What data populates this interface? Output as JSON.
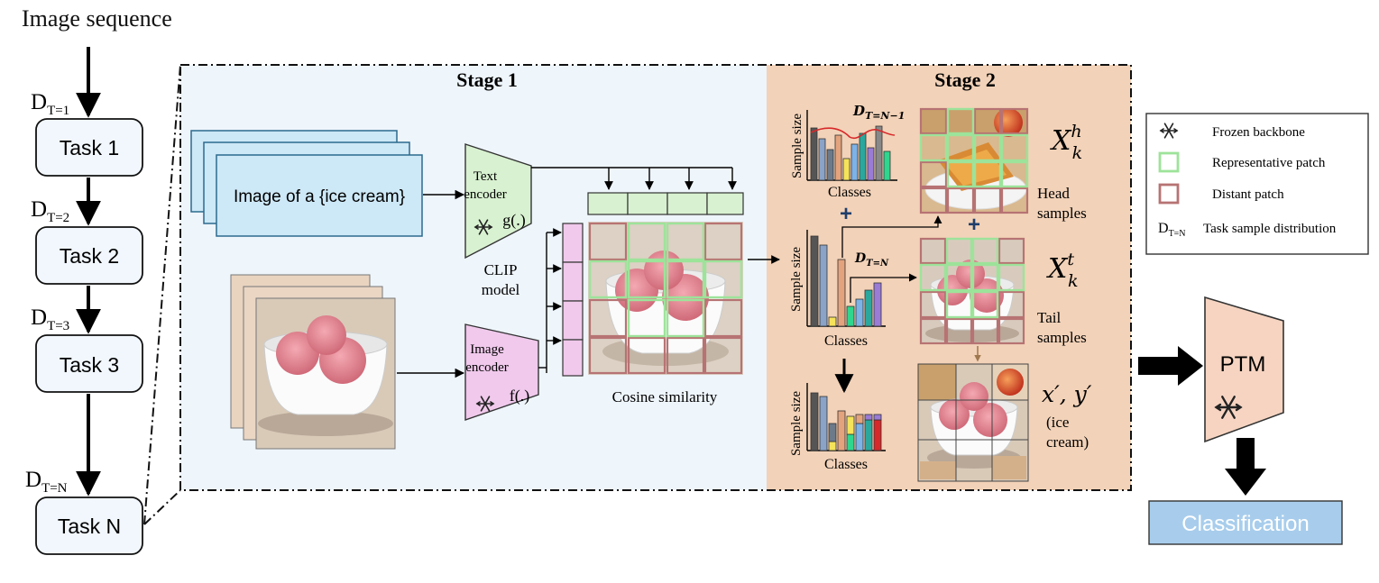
{
  "title": "Image sequence",
  "tasks": [
    {
      "label": "Task 1",
      "dist": "D",
      "dist_sub": "T=1"
    },
    {
      "label": "Task 2",
      "dist": "D",
      "dist_sub": "T=2"
    },
    {
      "label": "Task 3",
      "dist": "D",
      "dist_sub": "T=3"
    },
    {
      "label": "Task N",
      "dist": "D",
      "dist_sub": "T=N"
    }
  ],
  "stage1": {
    "title": "Stage 1",
    "prompt": "Image of a {ice cream}",
    "text_encoder": {
      "line1": "Text",
      "line2": "encoder",
      "fn": "g(.)"
    },
    "image_encoder": {
      "line1": "Image",
      "line2": "encoder",
      "fn": "f(.)"
    },
    "clip": {
      "line1": "CLIP",
      "line2": "model"
    },
    "cosine": "Cosine similarity"
  },
  "stage2": {
    "title": "Stage 2",
    "axis_y": "Sample size",
    "axis_x": "Classes",
    "dist_prev": "D",
    "dist_prev_sub": "T=N−1",
    "dist_cur": "D",
    "dist_cur_sub": "T=N",
    "plus": "+",
    "xh": {
      "base": "X",
      "sup": "h",
      "sub": "k"
    },
    "xt": {
      "base": "X",
      "sup": "t",
      "sub": "k"
    },
    "head": {
      "line1": "Head",
      "line2": "samples"
    },
    "tail": {
      "line1": "Tail",
      "line2": "samples"
    },
    "mix": {
      "main": "x′, y′",
      "line1": "(ice",
      "line2": "cream)"
    }
  },
  "legend": {
    "frozen": "Frozen backbone",
    "rep": "Representative patch",
    "dist": "Distant patch",
    "task_sym": "D",
    "task_sub": "T=N",
    "task": "Task sample distribution"
  },
  "ptm": "PTM",
  "classification": "Classification",
  "colors": {
    "stage1_bg": "#eef5fb",
    "stage2_bg": "#f2d2b8",
    "task_box": "#f1f7fc",
    "text_card": "#cde8f7",
    "text_enc": "#d8f1d0",
    "image_enc": "#f0c9ec",
    "rep_patch": "#9de39a",
    "dist_patch": "#b77373",
    "ptm": "#f6d4c1",
    "classification": "#a8cdec"
  }
}
